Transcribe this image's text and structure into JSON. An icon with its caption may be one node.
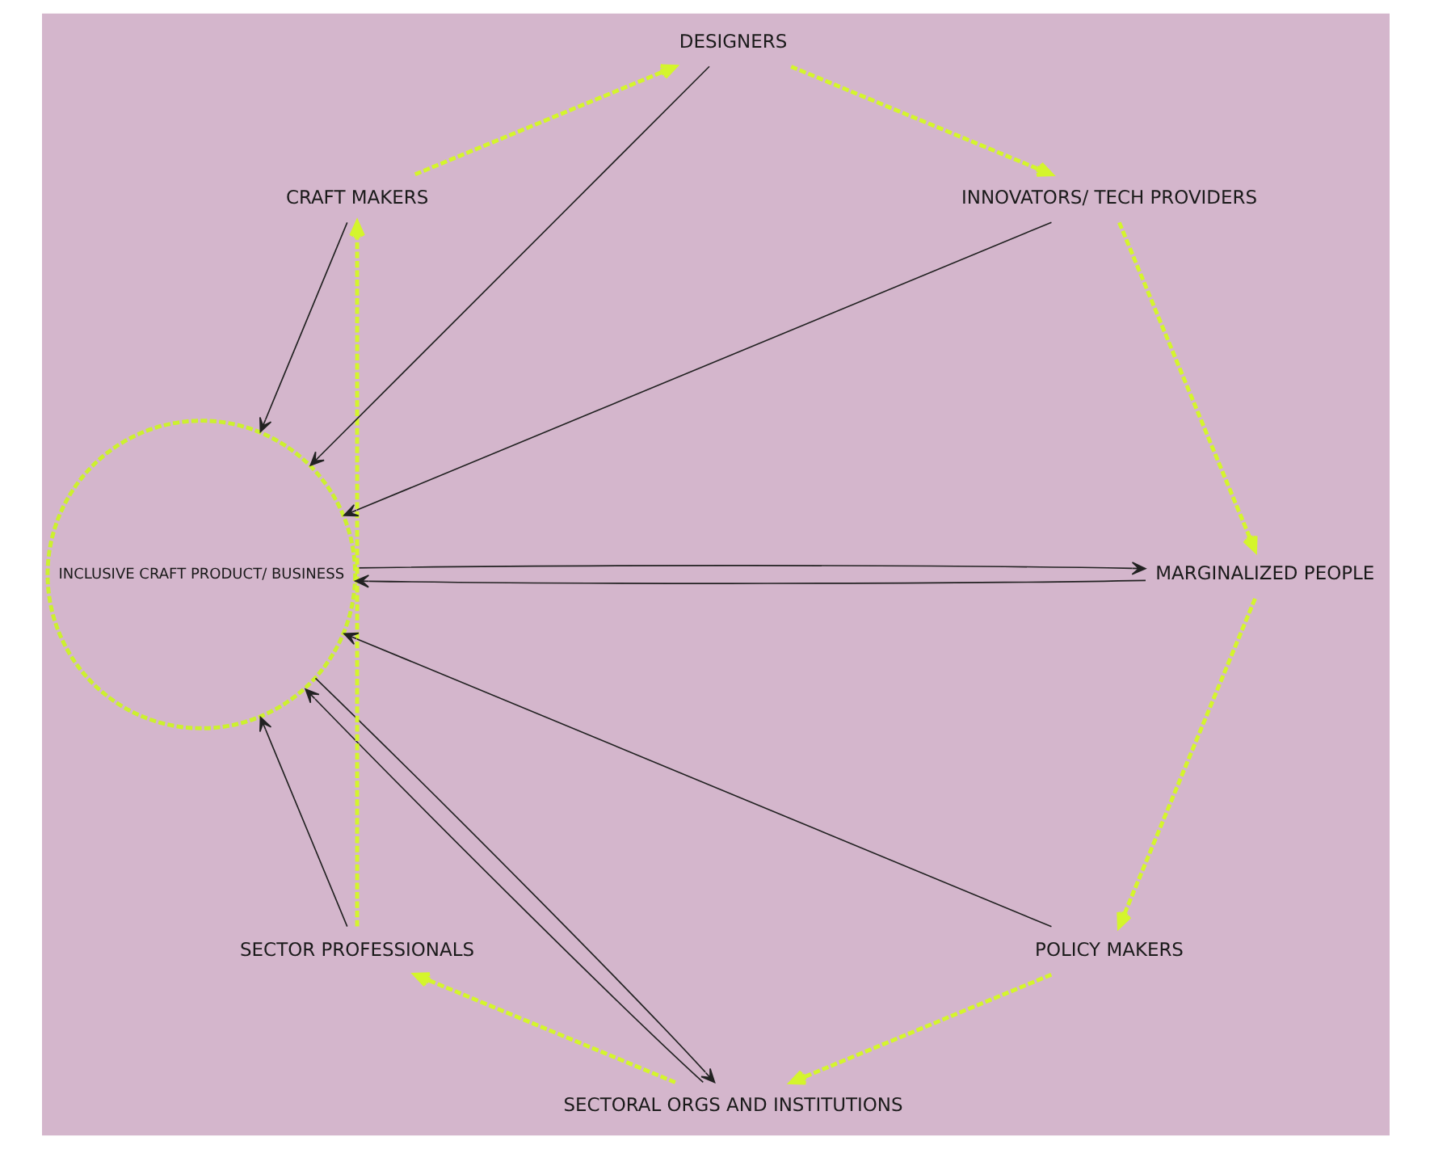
{
  "diagram": {
    "nodes": [
      {
        "text": [
          "INCLUSIVE CRAFT PRODUCT/ BUSINESS"
        ]
      },
      {
        "text": [
          "SECTORAL ORGS AND INSTITUTIONS"
        ]
      },
      {
        "text": [
          "SECTOR PROFESSIONALS"
        ]
      },
      {
        "text": [
          "CRAFT MAKERS"
        ]
      },
      {
        "text": [
          "DESIGNERS"
        ]
      },
      {
        "text": [
          "INNOVATORS/ TECH PROVIDERS"
        ]
      },
      {
        "text": [
          "MARGINALIZED PEOPLE"
        ]
      },
      {
        "text": [
          "POLICY MAKERS"
        ]
      }
    ],
    "edges": [
      {
        "from": 1,
        "to": 0,
        "arrow": "to"
      },
      {
        "from": 0,
        "to": 1,
        "arrow": "to"
      },
      {
        "from": 2,
        "to": 0,
        "arrow": "to"
      },
      {
        "from": 3,
        "to": 0,
        "arrow": "to"
      },
      {
        "from": 4,
        "to": 0,
        "arrow": "to"
      },
      {
        "from": 5,
        "to": 0,
        "arrow": "to"
      },
      {
        "from": 6,
        "to": 0,
        "arrow": "to"
      },
      {
        "from": 0,
        "to": 6,
        "arrow": "to"
      },
      {
        "from": 7,
        "to": 0,
        "arrow": "to"
      },
      {
        "from": 1,
        "to": 2,
        "arrow": "to",
        "style": "dashed",
        "color": "#d4f52c"
      },
      {
        "from": 2,
        "to": 3,
        "arrow": "to",
        "style": "dashed",
        "color": "#d4f52c"
      },
      {
        "from": 3,
        "to": 4,
        "arrow": "to",
        "style": "dashed",
        "color": "#d4f52c"
      },
      {
        "from": 4,
        "to": 5,
        "arrow": "to",
        "style": "dashed",
        "color": "#d4f52c"
      },
      {
        "from": 5,
        "to": 6,
        "arrow": "to",
        "style": "dashed",
        "color": "#d4f52c"
      },
      {
        "from": 6,
        "to": 7,
        "arrow": "to",
        "style": "dashed",
        "color": "#d4f52c"
      },
      {
        "from": 7,
        "to": 1,
        "arrow": "to",
        "style": "dashed",
        "color": "#d4f52c"
      }
    ]
  }
}
